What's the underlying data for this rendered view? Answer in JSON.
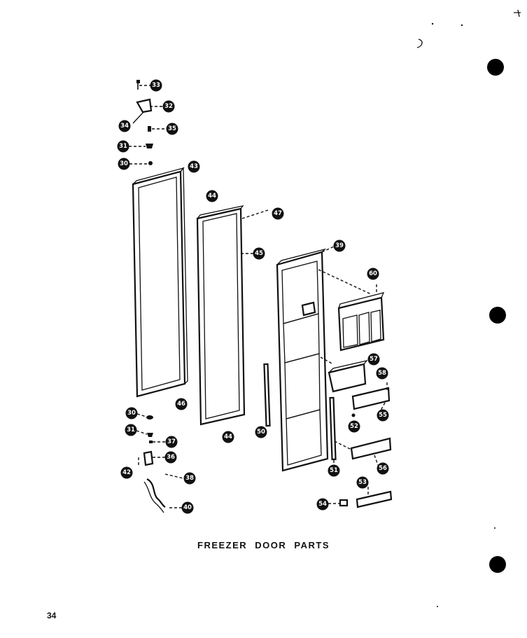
{
  "title": "FREEZER DOOR PARTS",
  "page_number": "34",
  "callouts": {
    "c33": "33",
    "c32": "32",
    "c34": "34",
    "c35": "35",
    "c31a": "31",
    "c30a": "30",
    "c43": "43",
    "c44a": "44",
    "c47": "47",
    "c45": "45",
    "c39": "39",
    "c60": "60",
    "c57": "57",
    "c58": "58",
    "c55": "55",
    "c46": "46",
    "c50": "50",
    "c52": "52",
    "c44b": "44",
    "c30b": "30",
    "c31b": "31",
    "c37": "37",
    "c36": "36",
    "c42": "42",
    "c38": "38",
    "c40": "40",
    "c51": "51",
    "c53": "53",
    "c54": "54",
    "c56": "56"
  },
  "icons": {
    "punch_hole": "binder-hole",
    "part_shape": "line-drawing"
  }
}
